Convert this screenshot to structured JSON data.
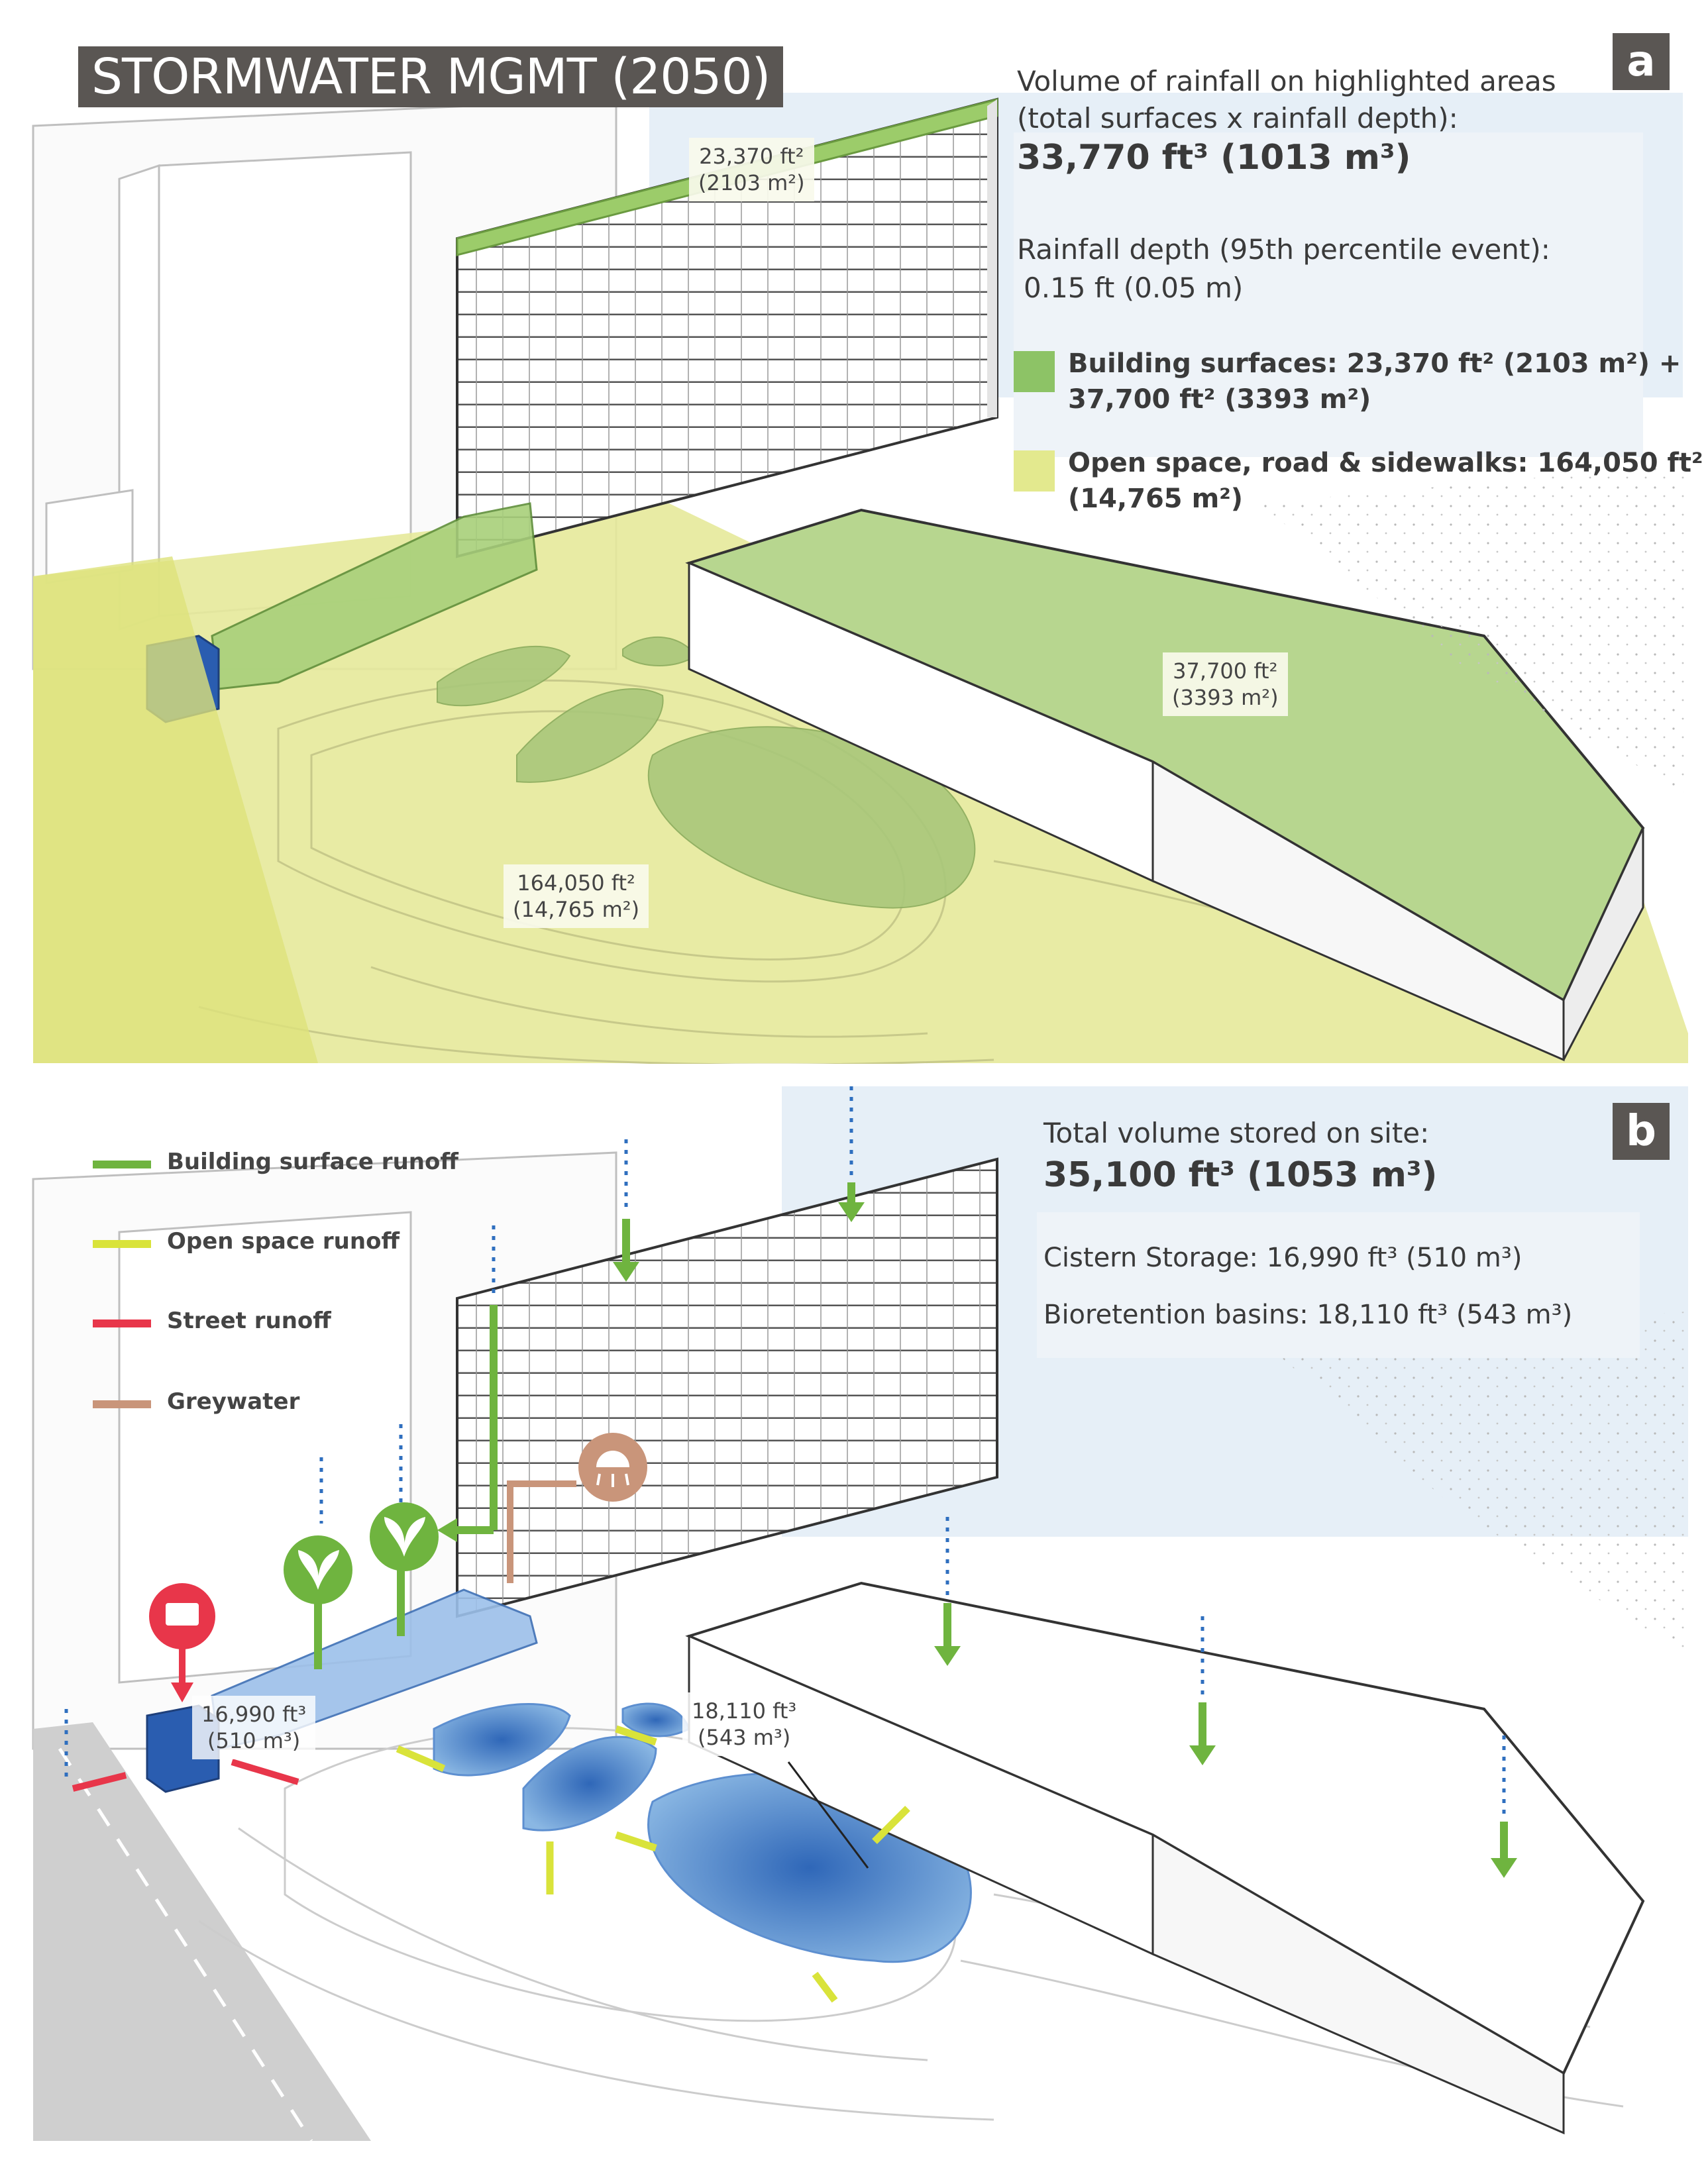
{
  "panel_a": {
    "title": "STORMWATER MGMT (2050)",
    "letter": "a",
    "volume_heading": [
      "Volume of rainfall on highlighted areas",
      "(total surfaces x rainfall depth):"
    ],
    "volume_value": "33,770 ft³ (1013 m³)",
    "depth_heading": "Rainfall depth (95th percentile event):",
    "depth_value": "0.15 ft (0.05 m)",
    "legend": [
      {
        "lines": [
          "Building surfaces: 23,370 ft² (2103 m²) +",
          "37,700 ft² (3393 m²)"
        ],
        "color": "#8dc366"
      },
      {
        "lines": [
          "Open space, road & sidewalks: 164,050 ft²",
          "(14,765 m²)"
        ],
        "color": "#e3e98e"
      }
    ],
    "area_labels": [
      {
        "line1": "23,370 ft²",
        "line2": "(2103 m²)"
      },
      {
        "line1": "37,700 ft²",
        "line2": "(3393 m²)"
      },
      {
        "line1": "164,050 ft²",
        "line2": "(14,765 m²)"
      }
    ]
  },
  "panel_b": {
    "letter": "b",
    "total_heading": "Total volume stored on site:",
    "total_value": "35,100 ft³ (1053 m³)",
    "cistern": "Cistern Storage: 16,990 ft³ (510 m³)",
    "bioretention": "Bioretention basins: 18,110 ft³ (543 m³)",
    "legend": [
      {
        "label": "Building surface runoff",
        "color": "#6fb43f"
      },
      {
        "label": "Open space runoff",
        "color": "#d9e33a"
      },
      {
        "label": "Street runoff",
        "color": "#e8364a"
      },
      {
        "label": "Greywater",
        "color": "#c9957a"
      }
    ],
    "volume_labels": [
      {
        "line1": "16,990 ft³",
        "line2": "(510 m³)"
      },
      {
        "line1": "18,110 ft³",
        "line2": "(543 m³)"
      }
    ]
  },
  "icons": [
    "shower-icon",
    "plant-icon",
    "pump-icon",
    "rain-drop-icon"
  ]
}
